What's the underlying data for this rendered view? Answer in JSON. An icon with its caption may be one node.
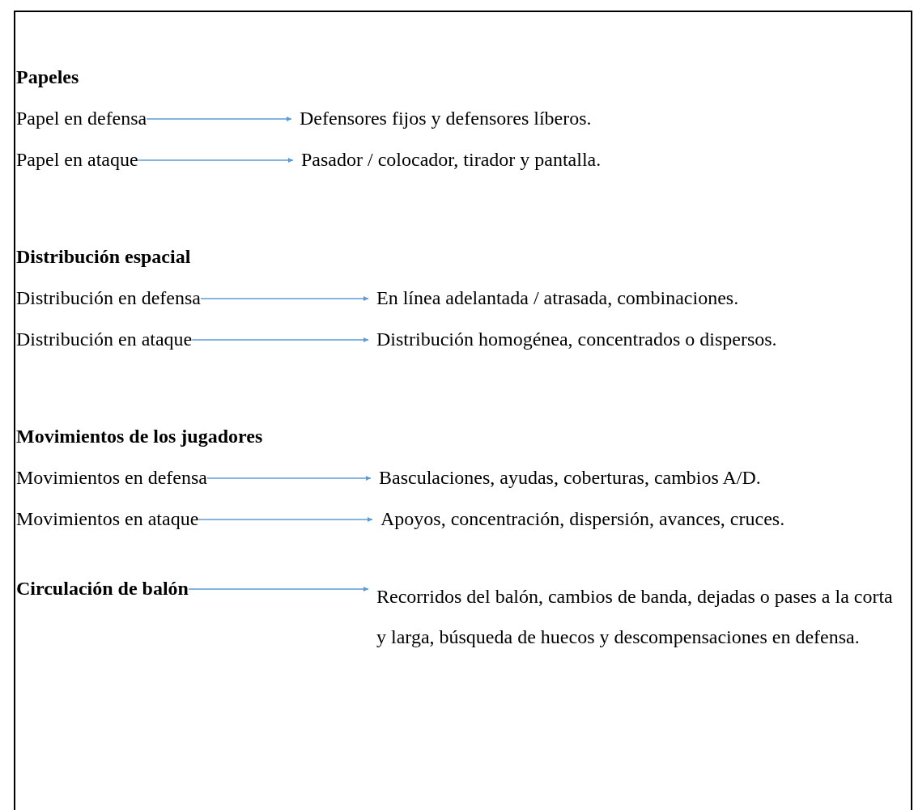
{
  "diagram": {
    "nodes": [
      {
        "text": [
          "Papel en defensa"
        ]
      },
      {
        "text": [
          "Defensores fijos y defensores líberos."
        ]
      },
      {
        "text": [
          "Papel en ataque"
        ]
      },
      {
        "text": [
          "Pasador / colocador, tirador y pantalla."
        ]
      },
      {
        "text": [
          "Distribución en defensa"
        ]
      },
      {
        "text": [
          "En línea adelantada / atrasada, combinaciones."
        ]
      },
      {
        "text": [
          "Distribución en ataque"
        ]
      },
      {
        "text": [
          "Distribución homogénea, concentrados o dispersos."
        ]
      },
      {
        "text": [
          "Movimientos en defensa"
        ]
      },
      {
        "text": [
          "Basculaciones, ayudas, coberturas, cambios A/D."
        ]
      },
      {
        "text": [
          "Movimientos en ataque"
        ]
      },
      {
        "text": [
          "Apoyos, concentración, dispersión, avances, cruces."
        ]
      },
      {
        "text": [
          "Circulación de balón"
        ]
      },
      {
        "text": [
          "Recorridos del balón, cambios de banda, dejadas o pases a la corta y larga, búsqueda de huecos y descompensaciones en defensa."
        ]
      }
    ],
    "edges": [
      {
        "from": 0,
        "to": 1,
        "arrow": "to"
      },
      {
        "from": 2,
        "to": 3,
        "arrow": "to"
      },
      {
        "from": 4,
        "to": 5,
        "arrow": "to"
      },
      {
        "from": 6,
        "to": 7,
        "arrow": "to"
      },
      {
        "from": 8,
        "to": 9,
        "arrow": "to"
      },
      {
        "from": 10,
        "to": 11,
        "arrow": "to"
      },
      {
        "from": 12,
        "to": 13,
        "arrow": "to"
      }
    ],
    "labels": [
      "Papeles",
      "Distribución espacial",
      "Movimientos de los jugadores"
    ]
  }
}
